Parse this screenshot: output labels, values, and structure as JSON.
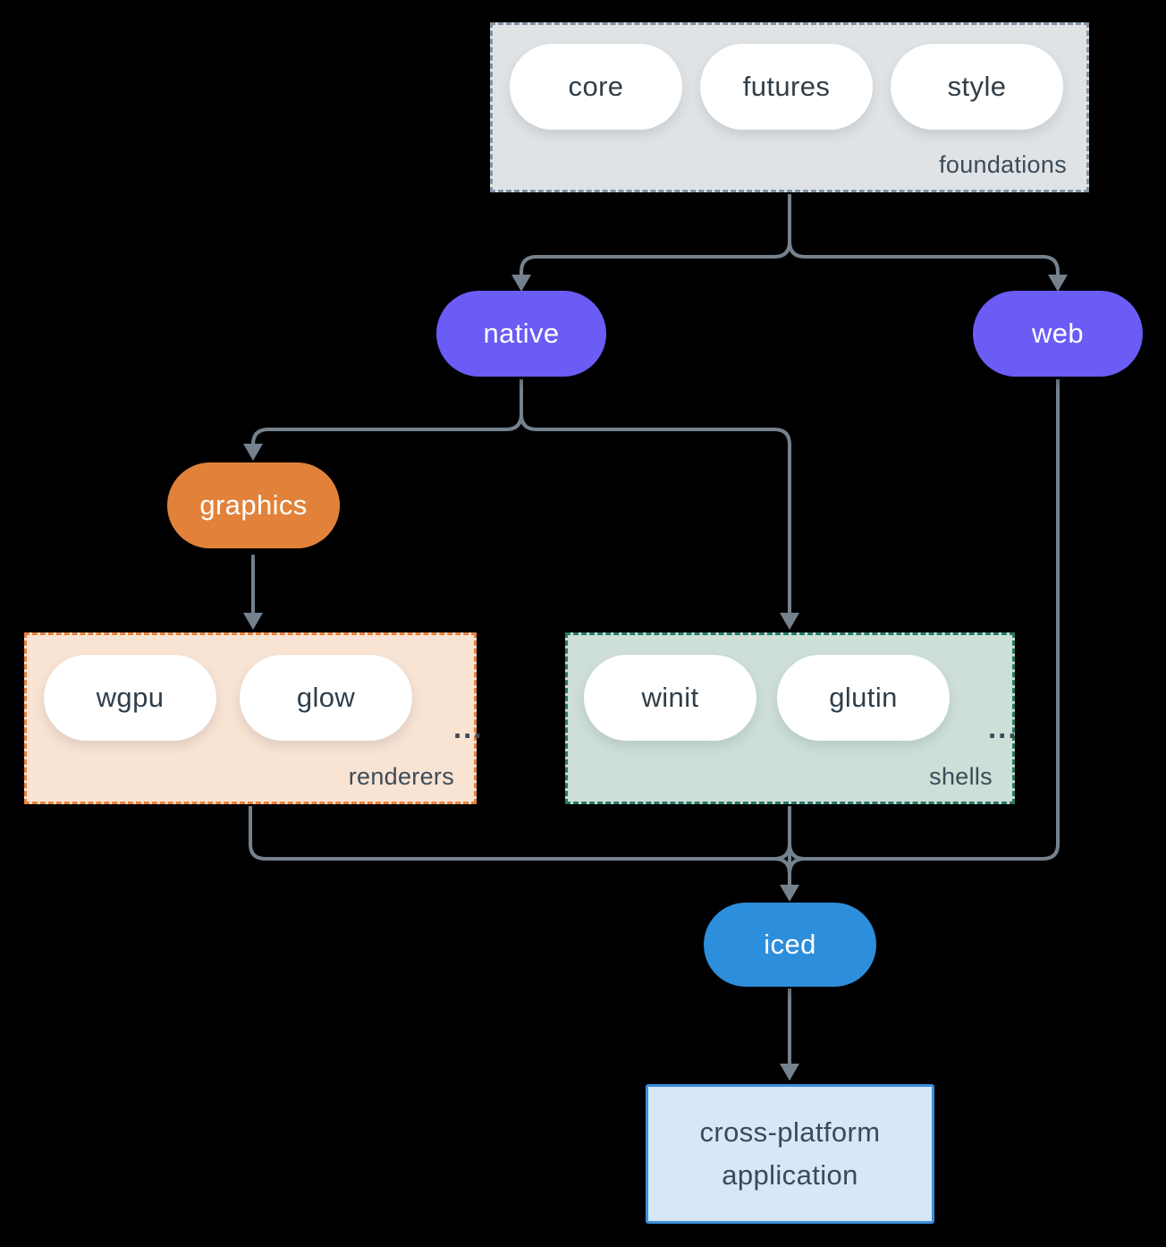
{
  "palette": {
    "background": "#000000",
    "connector": "#75828e",
    "foundations_fill": "#dfe3e6",
    "foundations_border": "#8393a3",
    "renderers_fill": "#f9e3d3",
    "renderers_border": "#e8823c",
    "shells_fill": "#cddfd7",
    "shells_border": "#27796a",
    "pill_white": "#ffffff",
    "pill_purple": "#6a5cf5",
    "pill_orange": "#e2823a",
    "pill_blue": "#2d8edb",
    "app_fill": "#d7e7f8",
    "app_border": "#3b91dd",
    "dark_text": "#2f3e4a",
    "label_text": "#3d4b57"
  },
  "foundations": {
    "label": "foundations",
    "pills": [
      "core",
      "futures",
      "style"
    ]
  },
  "nodes": {
    "native": "native",
    "web": "web",
    "graphics": "graphics",
    "iced": "iced"
  },
  "renderers": {
    "label": "renderers",
    "pills": [
      "wgpu",
      "glow"
    ],
    "ellipsis": "..."
  },
  "shells": {
    "label": "shells",
    "pills": [
      "winit",
      "glutin"
    ],
    "ellipsis": "..."
  },
  "application": {
    "line1": "cross-platform",
    "line2": "application"
  }
}
